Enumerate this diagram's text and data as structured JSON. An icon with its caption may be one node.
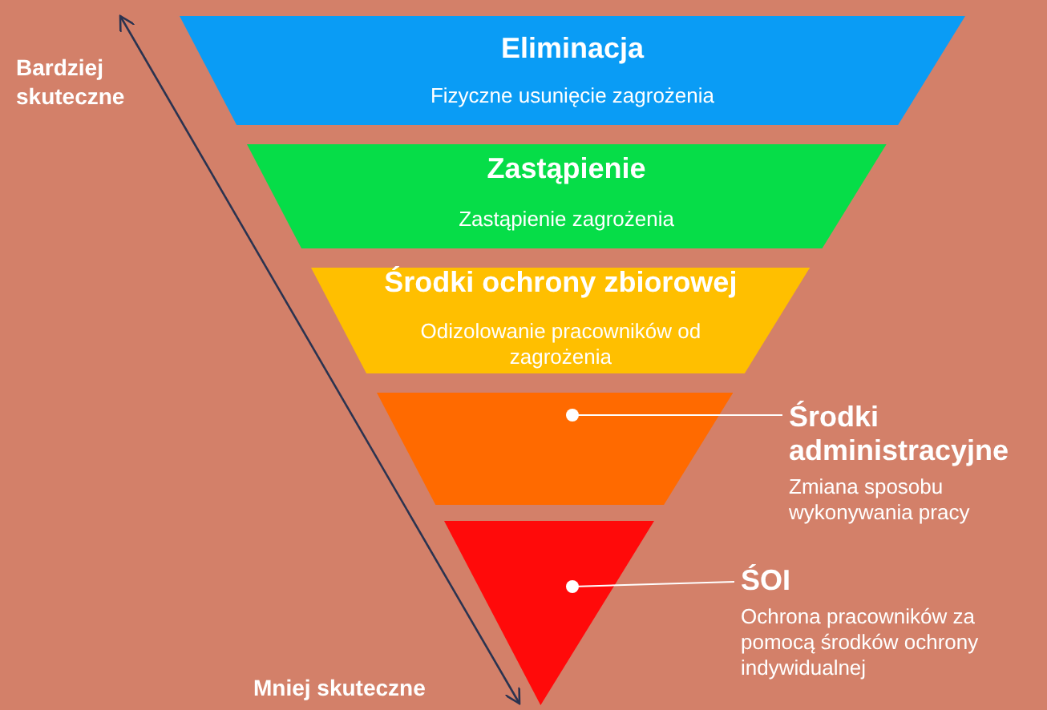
{
  "diagram": {
    "nodes": [
      {
        "text": [
          "Eliminacja",
          "Fizyczne usunięcie zagrożenia"
        ]
      },
      {
        "text": [
          "Zastąpienie",
          "Zastąpienie zagrożenia"
        ]
      },
      {
        "text": [
          "Środki ochrony zbiorowej",
          "Odizolowanie pracowników od zagrożenia"
        ]
      },
      {
        "text": [],
        "shape": "trapezoid"
      },
      {
        "text": [
          "Środki administracyjne",
          "Zmiana sposobu wykonywania pracy"
        ]
      },
      {
        "text": [],
        "shape": "triangle"
      },
      {
        "text": [
          "ŚOI",
          "Ochrona pracowników za pomocą środków ochrony indywidualnej"
        ]
      }
    ],
    "edges": [
      {
        "from": 4,
        "to": 3,
        "arrow": "other"
      },
      {
        "from": 6,
        "to": 5,
        "arrow": "other"
      }
    ],
    "labels": [
      "Bardziej skuteczne",
      "Mniej skuteczne"
    ]
  }
}
